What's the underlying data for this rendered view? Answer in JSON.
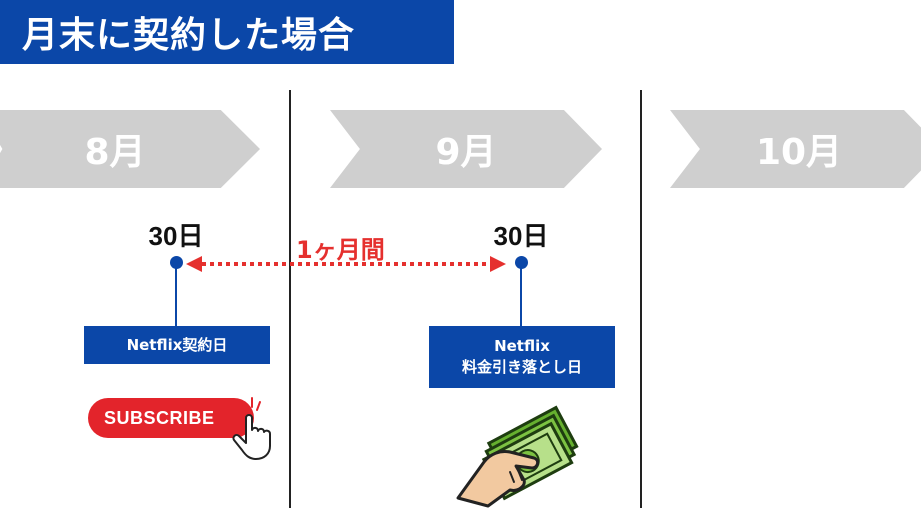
{
  "title": "月末に契約した場合",
  "months": [
    "8月",
    "9月",
    "10月"
  ],
  "events": [
    {
      "day": "30日",
      "label_lines": [
        "Netflix契約日"
      ]
    },
    {
      "day": "30日",
      "label_lines": [
        "Netflix",
        "料金引き落とし日"
      ]
    }
  ],
  "period_label": "1ヶ月間",
  "subscribe_label": "SUBSCRIBE",
  "colors": {
    "primary": "#0b47a8",
    "accent": "#e5302e",
    "arrow": "#cfcfcf",
    "button": "#e3242b"
  },
  "icons": [
    "hand-cursor-icon",
    "hand-with-cash-icon"
  ]
}
